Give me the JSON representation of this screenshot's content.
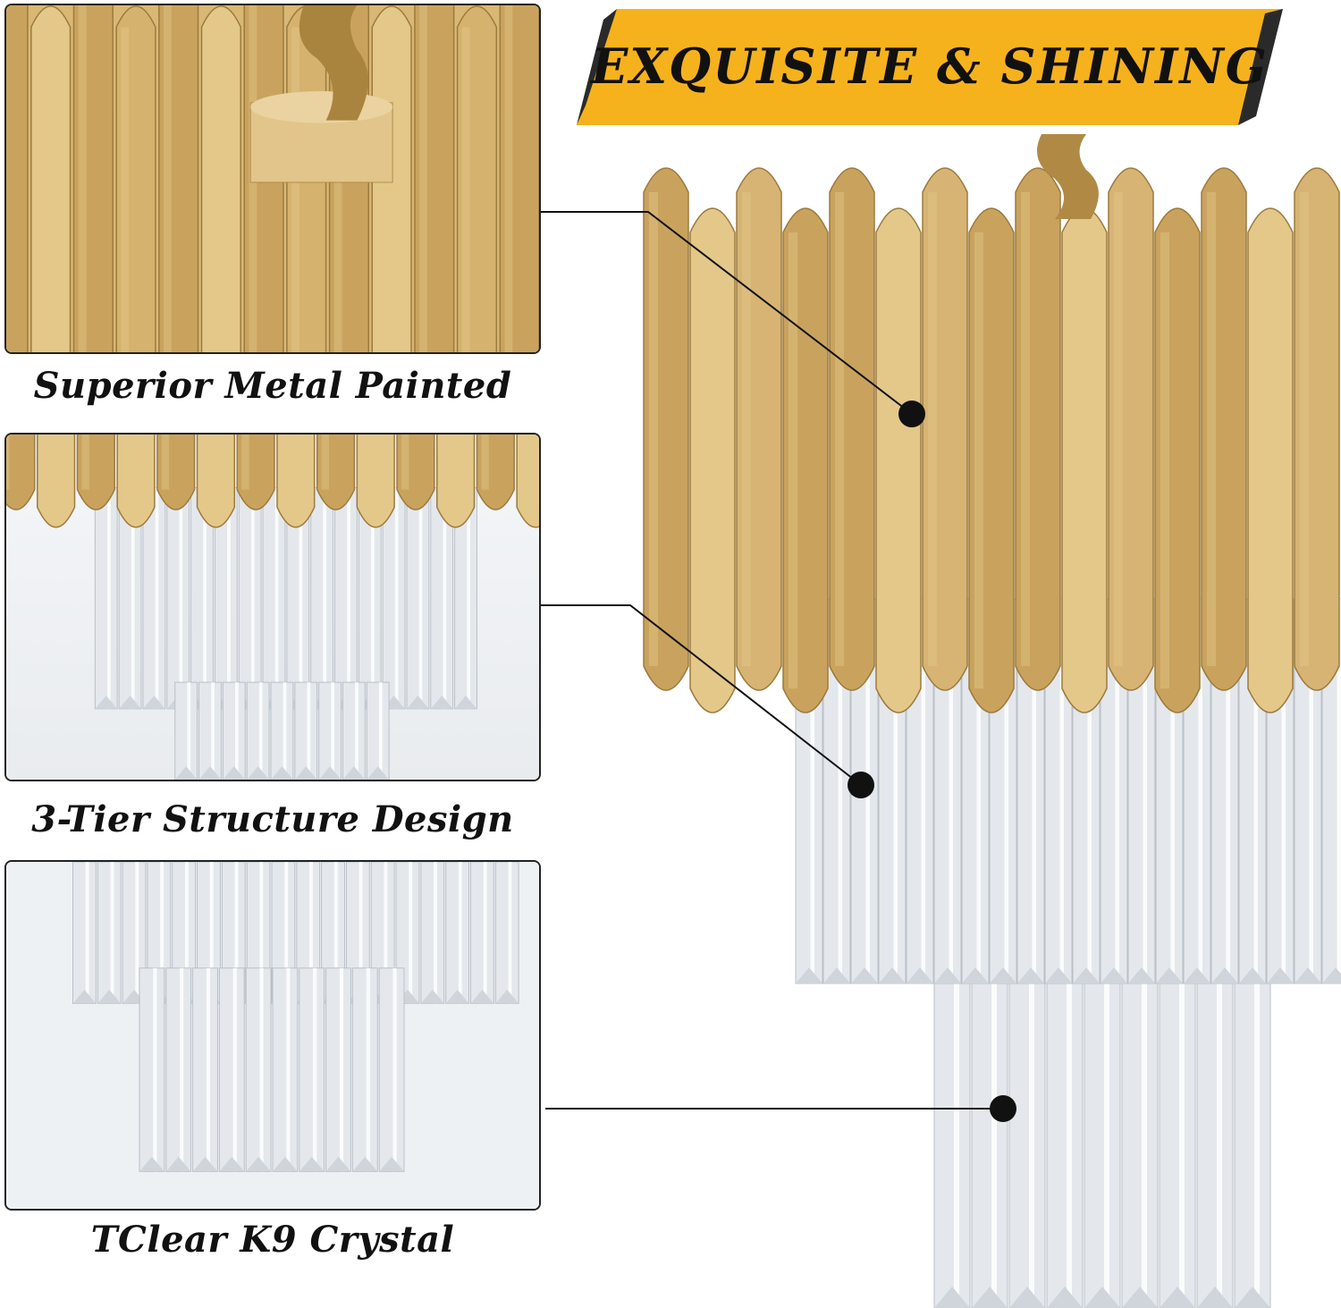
{
  "banner": {
    "title": "EXQUISITE & SHINING",
    "color": "#f6b21d"
  },
  "features": [
    {
      "caption": "Superior Metal Painted"
    },
    {
      "caption": "3-Tier Structure Design"
    },
    {
      "caption": "TClear K9 Crystal"
    }
  ],
  "colors": {
    "gold": "#c9a35e",
    "gold_light": "#e3c889",
    "gold_dark": "#9c7a3d",
    "crystal": "#e4e8ec",
    "crystal_edge": "#b9c0c7",
    "callout": "#111111"
  }
}
